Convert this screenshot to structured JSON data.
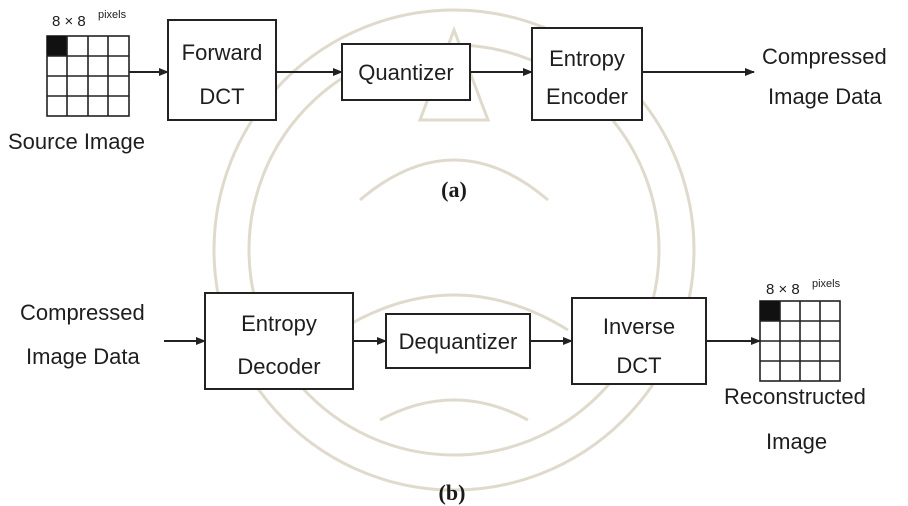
{
  "diagram_a": {
    "source_grid_label": "8 × 8",
    "source_grid_unit": "pixels",
    "source_label": "Source Image",
    "forward_dct": [
      "Forward",
      "DCT"
    ],
    "quantizer": "Quantizer",
    "entropy_encoder": [
      "Entropy",
      "Encoder"
    ],
    "output_label": [
      "Compressed",
      "Image Data"
    ],
    "caption": "(a)"
  },
  "diagram_b": {
    "input_label": [
      "Compressed",
      "Image Data"
    ],
    "entropy_decoder": [
      "Entropy",
      "Decoder"
    ],
    "dequantizer": "Dequantizer",
    "inverse_dct": [
      "Inverse",
      "DCT"
    ],
    "recon_grid_label": "8 × 8",
    "recon_grid_unit": "pixels",
    "recon_label": [
      "Reconstructed",
      "Image"
    ],
    "caption": "(b)"
  },
  "colors": {
    "ink": "#222222",
    "filled_cell": "#111111",
    "watermark": "#ddd6c8"
  }
}
